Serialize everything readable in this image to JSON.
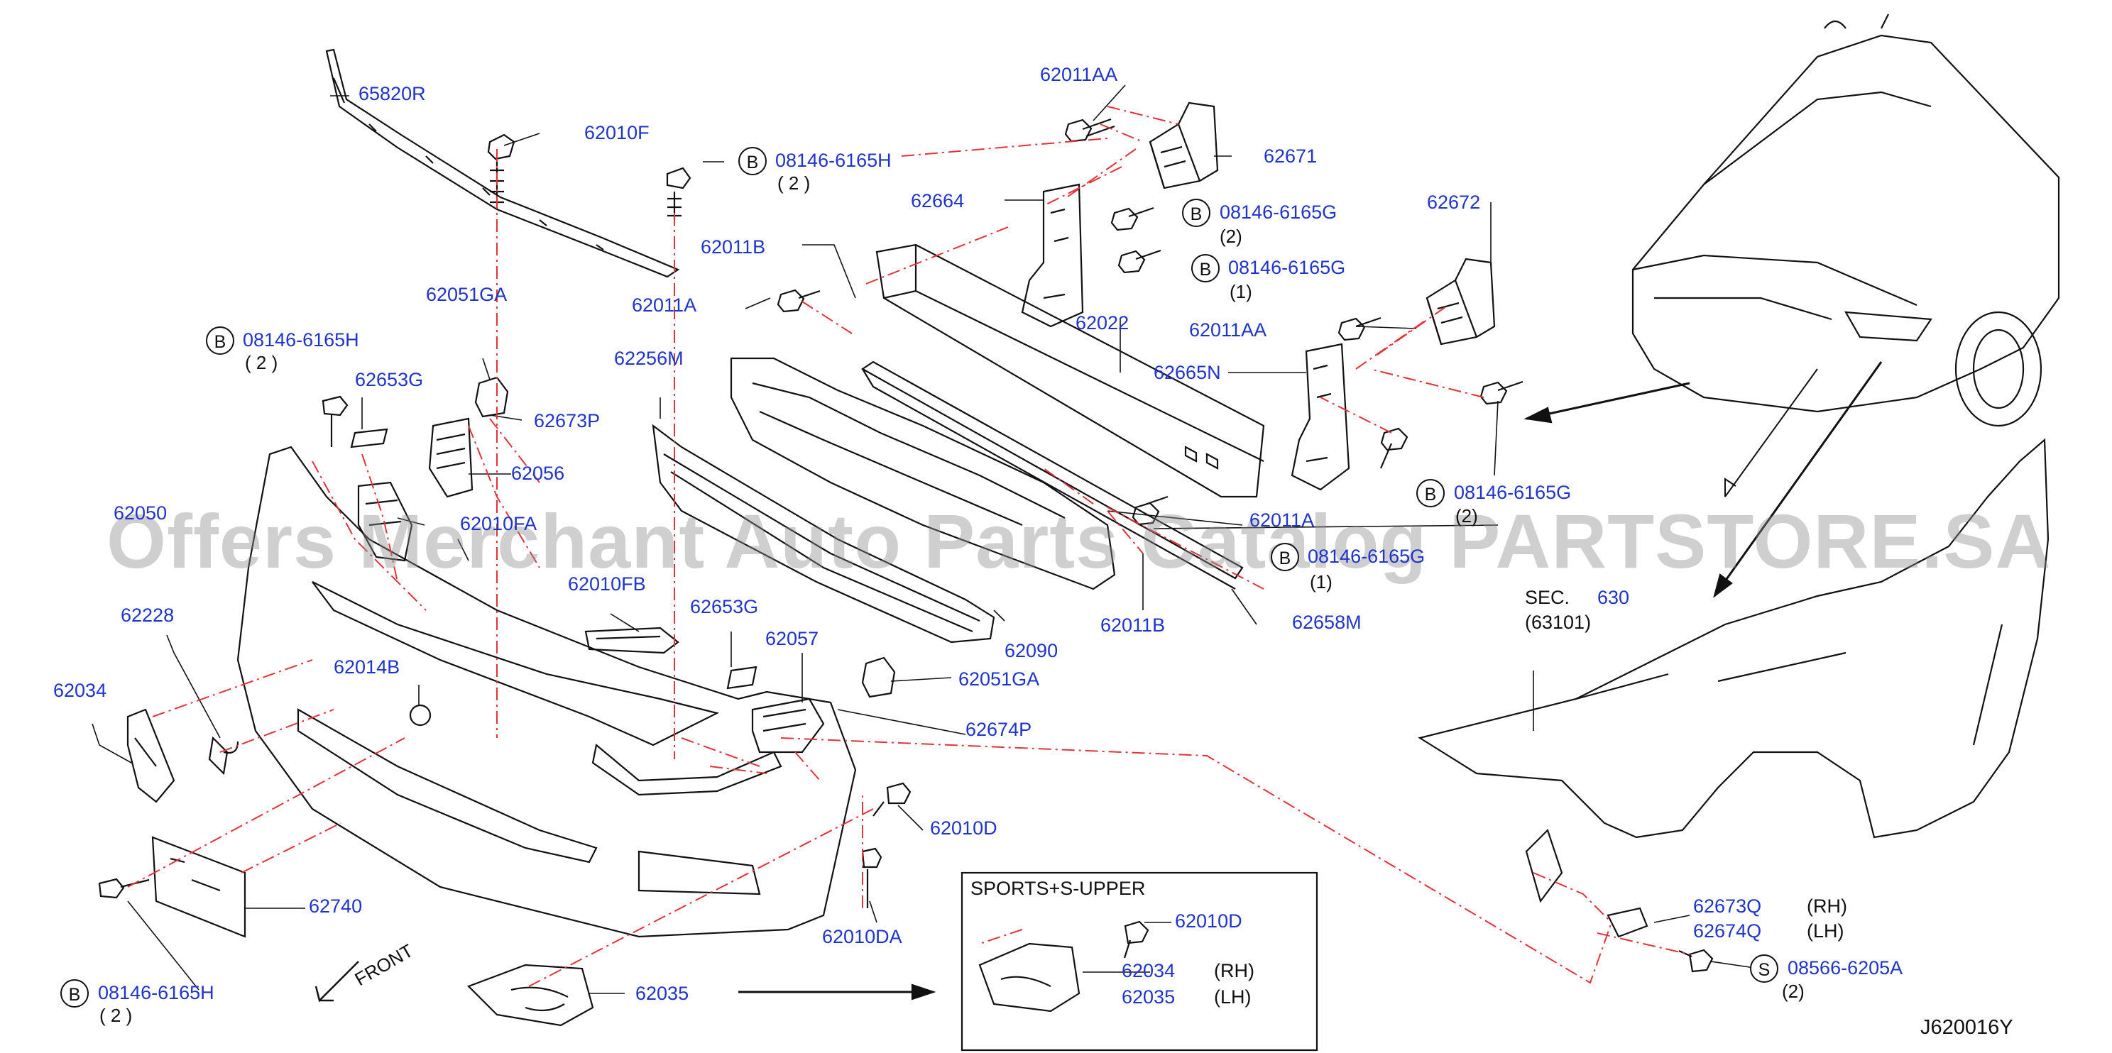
{
  "diagram_code": "J620016Y",
  "watermark": "Offers Merchant Auto Parts Catalog PARTSTORE.SA",
  "direction_label": "FRONT",
  "section_ref": {
    "prefix": "SEC.",
    "number": "630",
    "sub": "(63101)"
  },
  "sports_box": {
    "title": "SPORTS+S-UPPER",
    "part_bolt": "62010D",
    "part_rh": "62034",
    "rh": "(RH)",
    "part_lh": "62035",
    "lh": "(LH)"
  },
  "colors": {
    "part_number": "#1f34c9",
    "text": "#111111",
    "leader": "#e0343a",
    "line": "#111111",
    "watermark": "#8c8c8c"
  },
  "labels": {
    "p65820R": "65820R",
    "p62010F": "62010F",
    "p62011AA_top": "62011AA",
    "p62671": "62671",
    "p62664": "62664",
    "p62011B_left": "62011B",
    "p62011A_left": "62011A",
    "p62022": "62022",
    "p62672": "62672",
    "p62011AA_right": "62011AA",
    "p62665N": "62665N",
    "p62051GA_top": "62051GA",
    "p62653G_left": "62653G",
    "p62673P": "62673P",
    "p62056": "62056",
    "p62050": "62050",
    "p62010FA": "62010FA",
    "p62256M": "62256M",
    "p62011A_right": "62011A",
    "p62010FB": "62010FB",
    "p62653G_mid": "62653G",
    "p62057": "62057",
    "p62051GA_mid": "62051GA",
    "p62674P": "62674P",
    "p62228": "62228",
    "p62034": "62034",
    "p62014B": "62014B",
    "p62090": "62090",
    "p62011B_right": "62011B",
    "p62658M": "62658M",
    "p62010D": "62010D",
    "p62740": "62740",
    "p62010DA": "62010DA",
    "p62035": "62035",
    "p62673Q": "62673Q",
    "rh": "(RH)",
    "p62674Q": "62674Q",
    "lh": "(LH)"
  },
  "bolt_refs": {
    "b1": {
      "circle": "B",
      "part": "08146-6165H",
      "qty": "( 2 )"
    },
    "b2": {
      "circle": "B",
      "part": "08146-6165G",
      "qty": "(2)"
    },
    "b3": {
      "circle": "B",
      "part": "08146-6165G",
      "qty": "(1)"
    },
    "b4": {
      "circle": "B",
      "part": "08146-6165H",
      "qty": "( 2 )"
    },
    "b5": {
      "circle": "B",
      "part": "08146-6165G",
      "qty": "(2)"
    },
    "b6": {
      "circle": "B",
      "part": "08146-6165G",
      "qty": "(1)"
    },
    "b7": {
      "circle": "B",
      "part": "08146-6165H",
      "qty": "( 2 )"
    },
    "s1": {
      "circle": "S",
      "part": "08566-6205A",
      "qty": "(2)"
    }
  }
}
